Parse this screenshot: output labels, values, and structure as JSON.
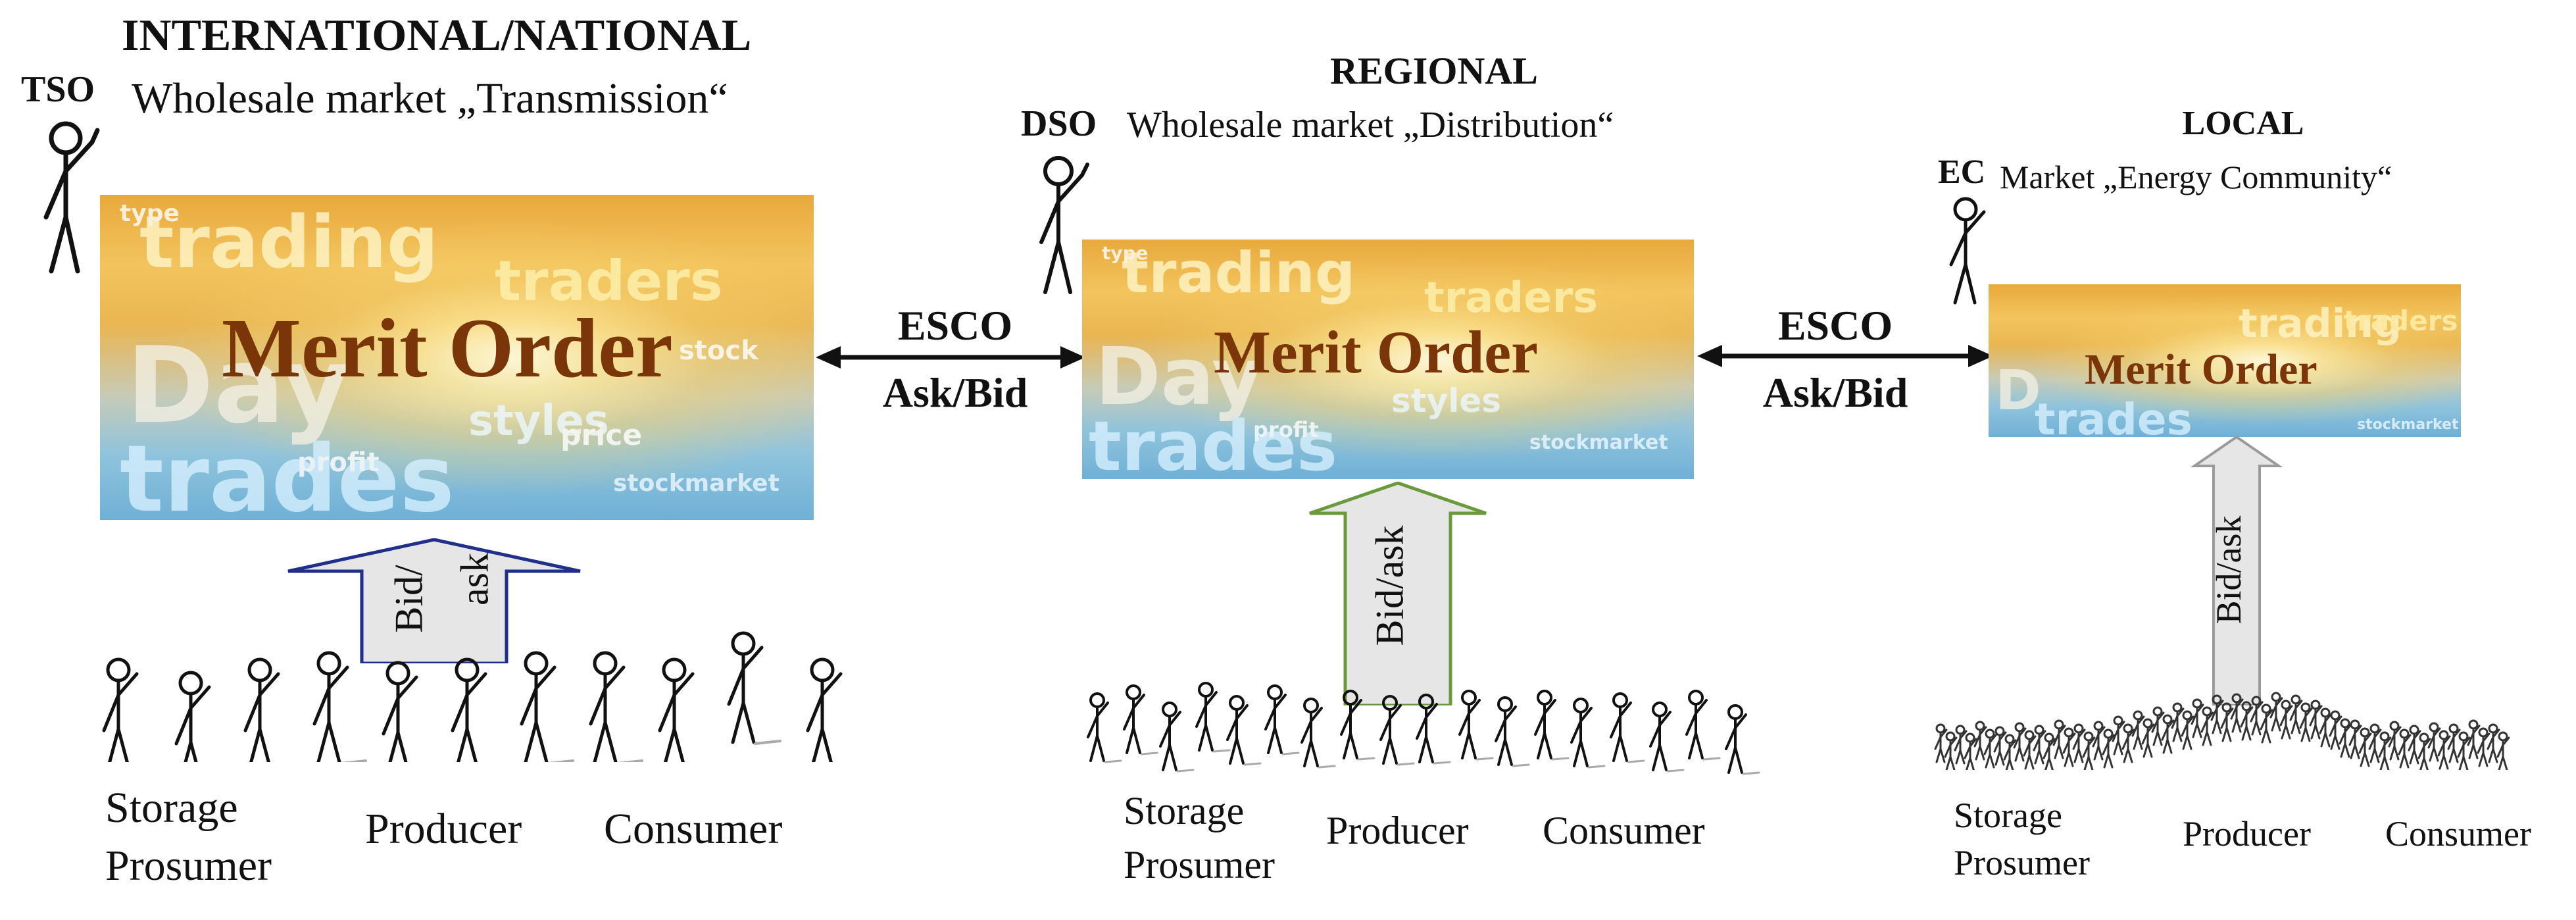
{
  "left": {
    "heading": "INTERNATIONAL/NATIONAL",
    "operator": "TSO",
    "market": "Wholesale market „Transmission“",
    "panel_title": "Merit Order",
    "arrow_label_1": "Bid/",
    "arrow_label_2": "ask",
    "participants": [
      "Storage",
      "Prosumer",
      "Producer",
      "Consumer"
    ]
  },
  "middle": {
    "heading": "REGIONAL",
    "operator": "DSO",
    "market": "Wholesale market „Distribution“",
    "panel_title": "Merit Order",
    "arrow_label": "Bid/ask",
    "participants": [
      "Storage",
      "Prosumer",
      "Producer",
      "Consumer"
    ]
  },
  "right": {
    "heading": "LOCAL",
    "operator": "EC",
    "market": "Market „Energy Community“",
    "panel_title": "Merit Order",
    "arrow_label": "Bid/ask",
    "participants": [
      "Storage",
      "Prosumer",
      "Producer",
      "Consumer"
    ]
  },
  "link_left": {
    "line1": "ESCO",
    "line2": "Ask/Bid"
  },
  "link_right": {
    "line1": "ESCO",
    "line2": "Ask/Bid"
  }
}
